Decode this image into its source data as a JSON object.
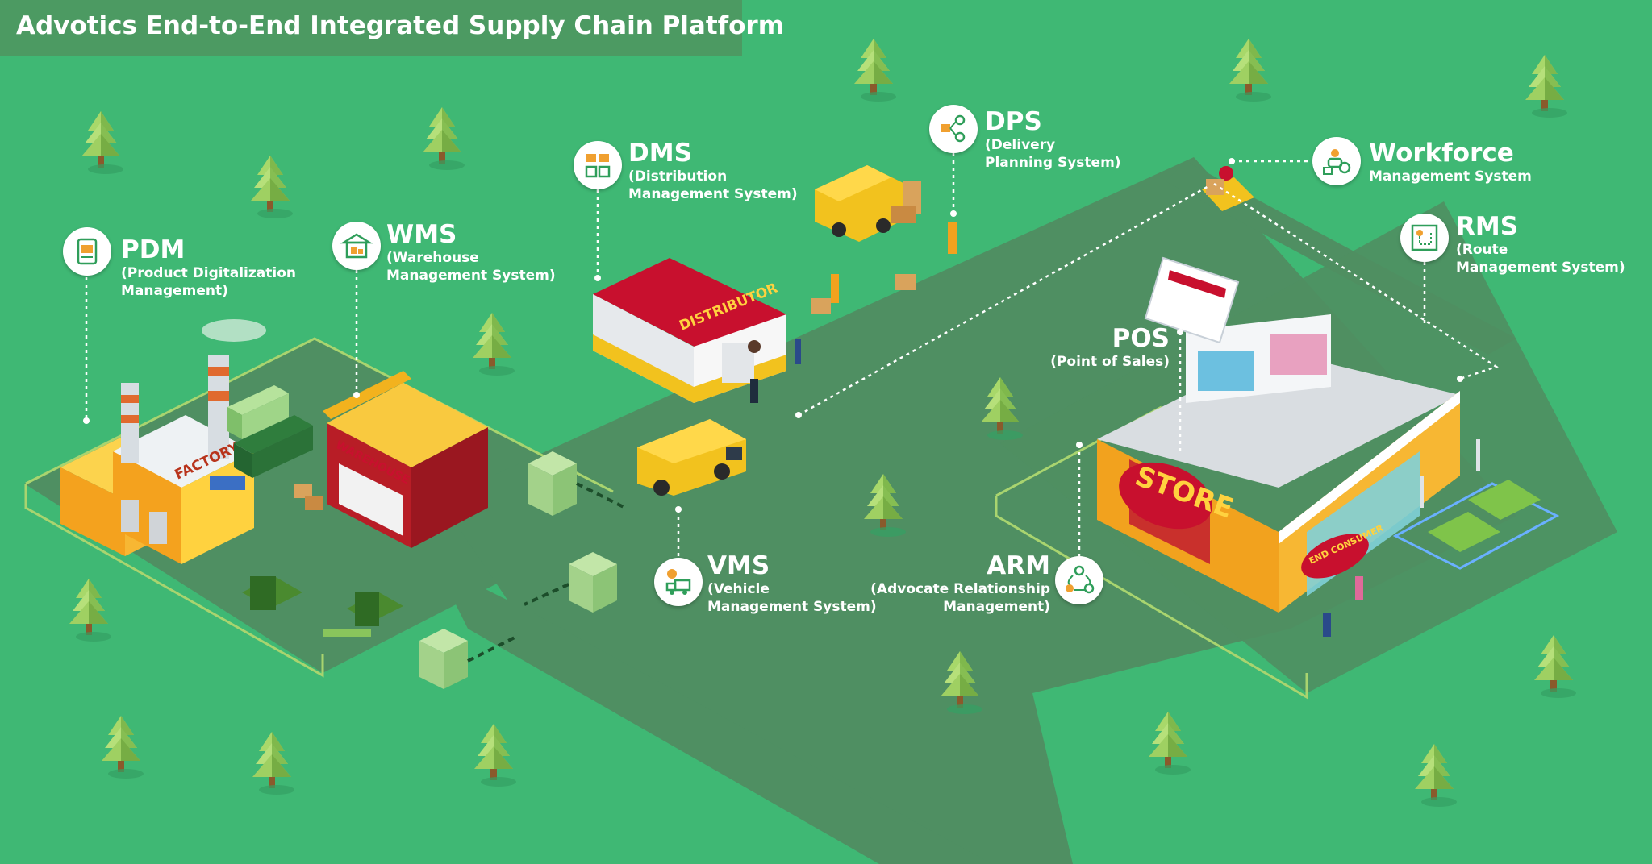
{
  "title": "Advotics End-to-End Integrated Supply Chain Platform",
  "modules": {
    "pdm": {
      "code": "PDM",
      "desc": "(Product Digitalization\nManagement)"
    },
    "wms": {
      "code": "WMS",
      "desc": "(Warehouse\nManagement System)"
    },
    "dms": {
      "code": "DMS",
      "desc": "(Distribution\nManagement System)"
    },
    "dps": {
      "code": "DPS",
      "desc": "(Delivery\nPlanning System)"
    },
    "workforce": {
      "code": "Workforce",
      "desc": "Management System"
    },
    "rms": {
      "code": "RMS",
      "desc": "(Route\nManagement System)"
    },
    "pos": {
      "code": "POS",
      "desc": "(Point of Sales)"
    },
    "vms": {
      "code": "VMS",
      "desc": "(Vehicle\nManagement System)"
    },
    "arm": {
      "code": "ARM",
      "desc": "(Advocate Relationship\nManagement)"
    }
  },
  "signs": {
    "factory": "FACTORY",
    "warehouse": "WAREHOUSE",
    "distributor": "DISTRIBUTOR",
    "store": "STORE",
    "end_consumer": "END CONSUMER"
  },
  "colors": {
    "grass": "#3fb874",
    "road": "#4c8c5f",
    "title_bg": "#4c9a62",
    "icon_green": "#2f9e5a",
    "icon_orange": "#f0a030",
    "store_red": "#c8102e",
    "warehouse_red": "#b81d26",
    "roof_yellow": "#f2b21e"
  },
  "icons": [
    "pdm-icon",
    "wms-icon",
    "dms-icon",
    "dps-icon",
    "workforce-icon",
    "rms-icon",
    "pos-icon",
    "vms-icon",
    "arm-icon",
    "tree-icon",
    "van-icon",
    "forklift-icon",
    "scooter-icon",
    "car-icon",
    "tablet-icon"
  ]
}
